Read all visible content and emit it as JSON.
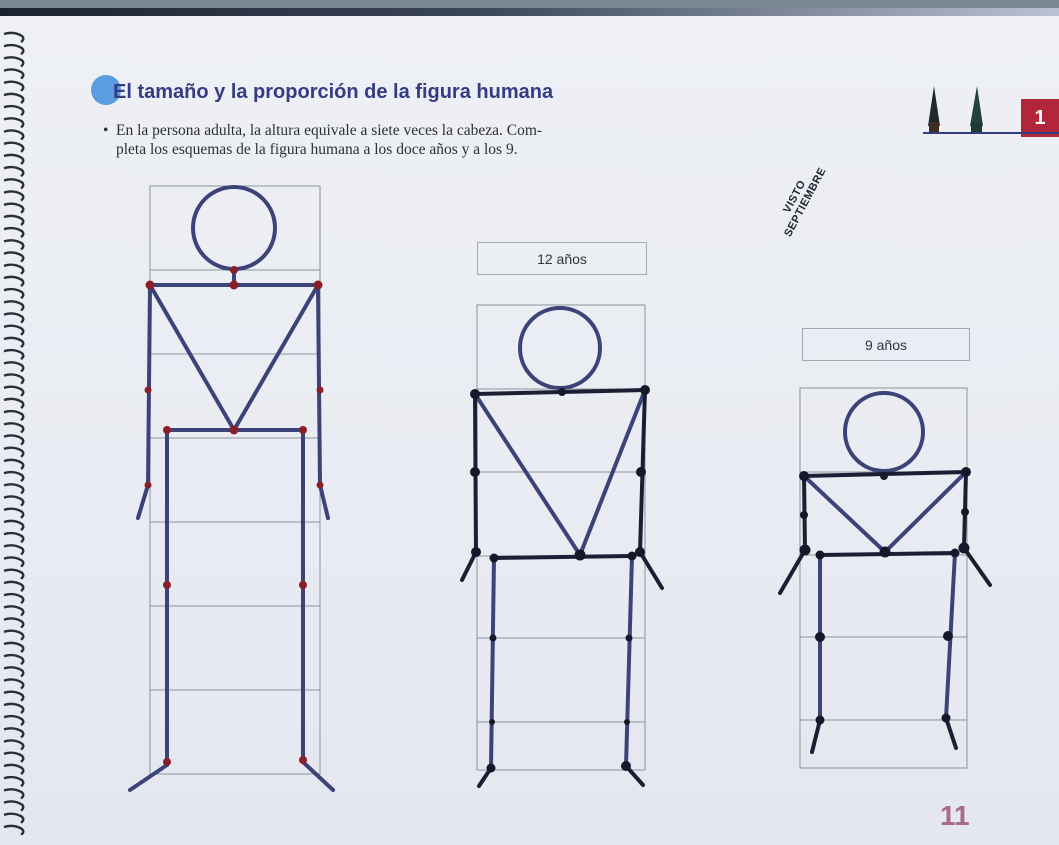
{
  "title": "El tamaño y la proporción de la figura humana",
  "instruction": {
    "bullet": "•",
    "line1": "En la persona adulta, la altura equivale a siete veces la cabeza. Com-",
    "line2": "pleta los esquemas de la figura humana a los doce años y a los 9."
  },
  "stamp": {
    "line1": "VISTO",
    "line2": "SEPTIEMBRE"
  },
  "chapter": "1",
  "figures": {
    "adult": {
      "head_units": 7
    },
    "twelve": {
      "label": "12 años",
      "head_units": 6
    },
    "nine": {
      "label": "9 años",
      "head_units": 5
    }
  },
  "page_number": "11",
  "colors": {
    "title": "#343c86",
    "figure_line": "#3b4378",
    "joint": "#8b1f28",
    "badge": "#b1263a",
    "page_number": "#a96a89"
  }
}
